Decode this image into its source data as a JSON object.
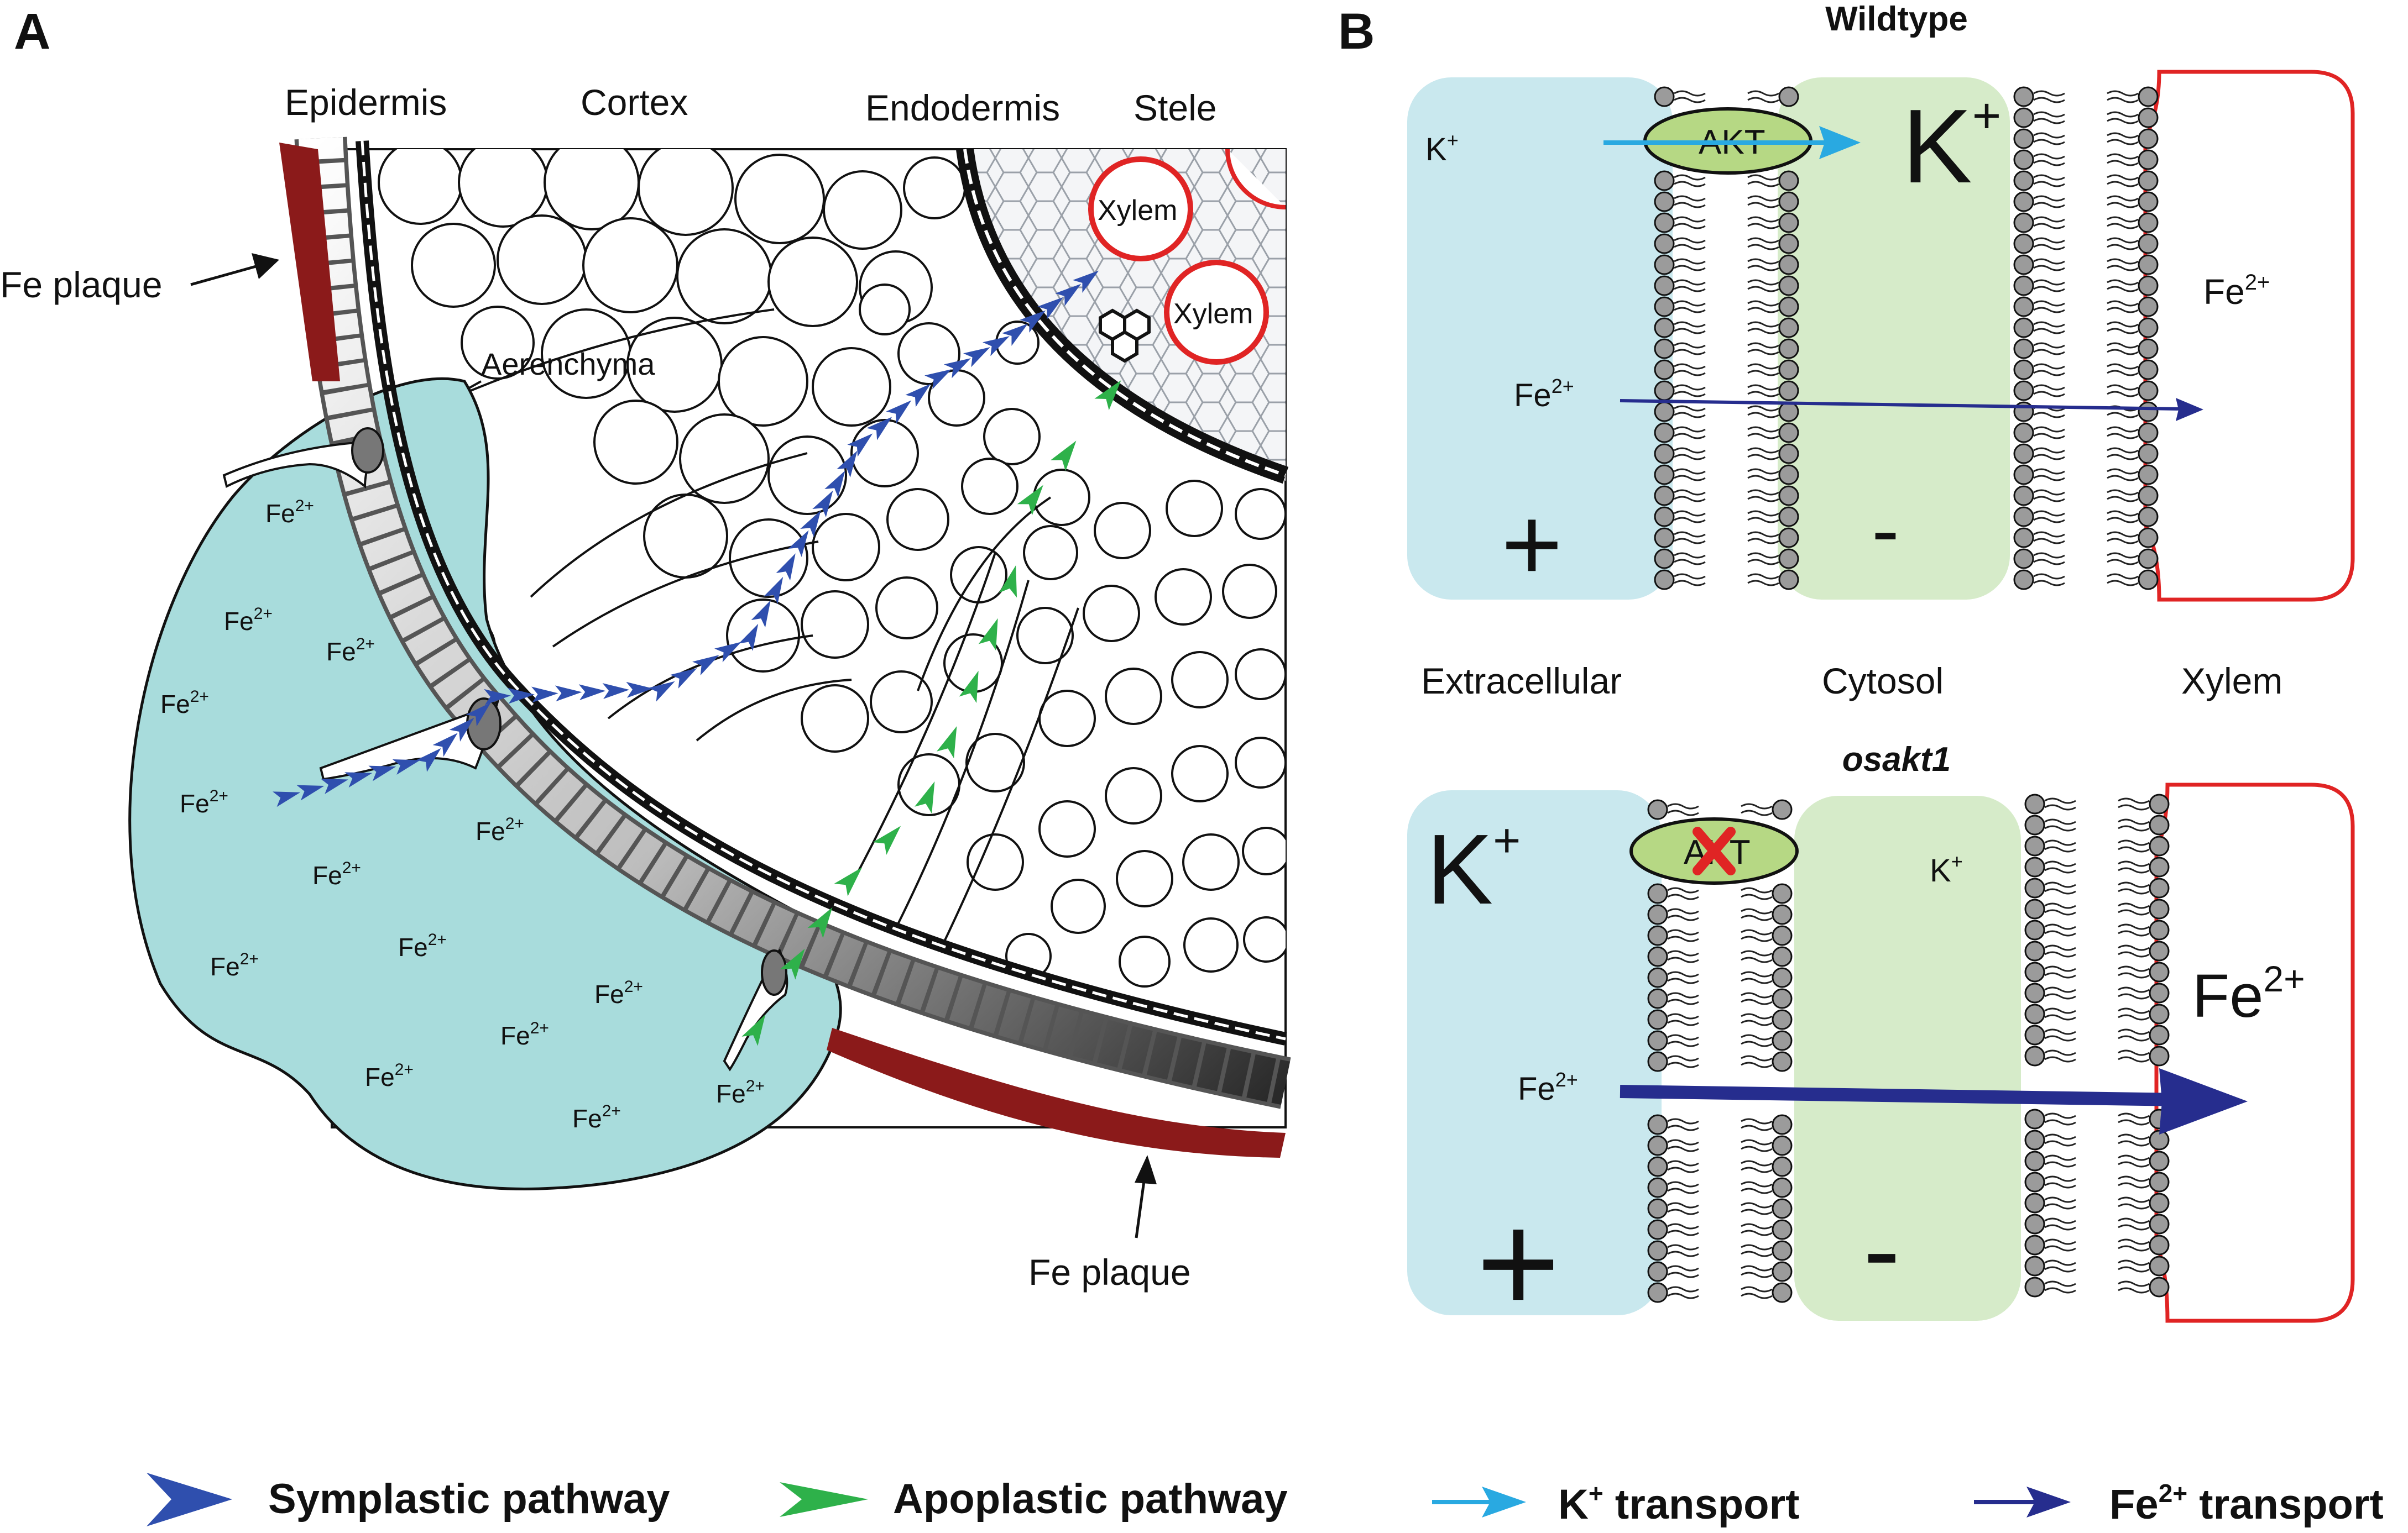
{
  "panel_a": {
    "letter": "A",
    "tissue_labels": [
      "Epidermis",
      "Cortex",
      "Endodermis",
      "Stele"
    ],
    "xylem_label": "Xylem",
    "aerenchyma_label": "Aerenchyma",
    "fe_plaque_label": "Fe plaque",
    "fe_base": "Fe",
    "fe_sup": "2+"
  },
  "panel_b": {
    "letter": "B",
    "wildtype": {
      "title": "Wildtype",
      "channel": "AKT",
      "k_base": "K",
      "k_sup": "+",
      "fe_base": "Fe",
      "fe_sup": "2+",
      "plus": "+",
      "minus": "-"
    },
    "compartments": [
      "Extracellular",
      "Cytosol",
      "Xylem"
    ],
    "mutant": {
      "title": "osakt1",
      "channel": "AKT",
      "k_base": "K",
      "k_sup": "+",
      "fe_base": "Fe",
      "fe_sup": "2+",
      "plus": "+",
      "minus": "-"
    }
  },
  "legend": [
    {
      "label": "Symplastic pathway",
      "color": "#2f4fae"
    },
    {
      "label": "Apoplastic pathway",
      "color": "#2eb14a"
    },
    {
      "label_base": "K",
      "label_sup": "+",
      "label_rest": " transport",
      "color": "#29a9e1"
    },
    {
      "label_base": "Fe",
      "label_sup": "2+",
      "label_rest": " transport",
      "color": "#262d8e"
    }
  ],
  "colors": {
    "fe_plaque": "#8b1a1a",
    "rhizosphere": "#a8dcdc",
    "extracellular": "#c9e8ee",
    "cytosol": "#d6ebc9",
    "xylem_border": "#e02424",
    "akt_fill": "#b6d884"
  }
}
